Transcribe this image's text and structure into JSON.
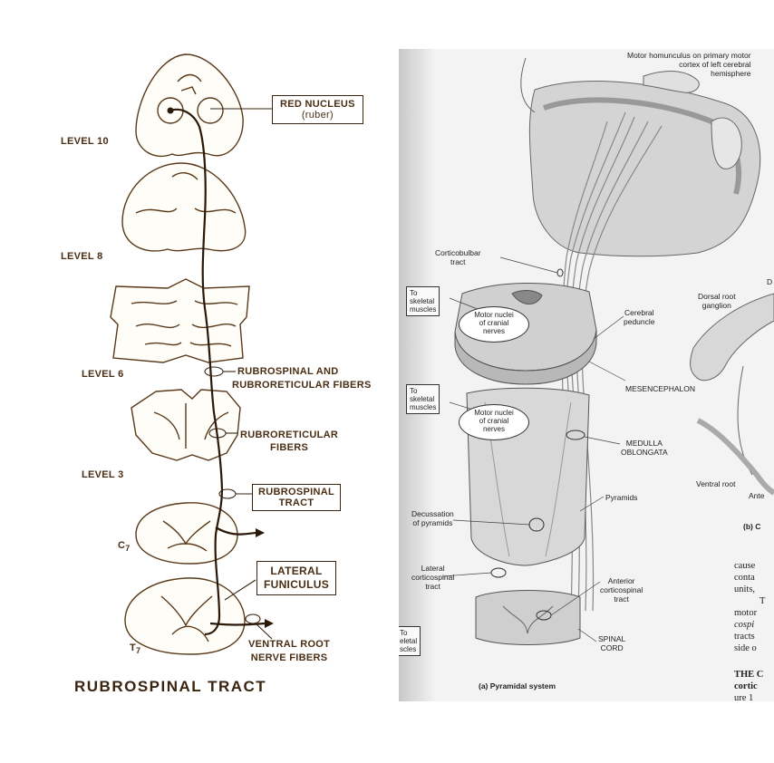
{
  "left_diagram": {
    "title": "RUBROSPINAL   TRACT",
    "levels": {
      "level10": "LEVEL  10",
      "level8": "LEVEL  8",
      "level6": "LEVEL  6",
      "level3": "LEVEL  3",
      "c7": "C",
      "c7_sub": "7",
      "t7": "T",
      "t7_sub": "7"
    },
    "labels": {
      "red_nucleus_1": "RED  NUCLEUS",
      "red_nucleus_2": "(ruber)",
      "rubrospinal_fibers_1": "RUBROSPINAL  AND",
      "rubrospinal_fibers_2": "RUBRORETICULAR  FIBERS",
      "rubroreticular_1": "RUBRORETICULAR",
      "rubroreticular_2": "FIBERS",
      "rubrospinal_tract_1": "RUBROSPINAL",
      "rubrospinal_tract_2": "TRACT",
      "lateral_funiculus_1": "LATERAL",
      "lateral_funiculus_2": "FUNICULUS",
      "ventral_root_1": "VENTRAL  ROOT",
      "ventral_root_2": "NERVE  FIBERS"
    }
  },
  "right_diagram": {
    "caption": "(a) Pyramidal system",
    "labels": {
      "homunculus_1": "Motor homunculus on primary motor",
      "homunculus_2": "cortex of left cerebral",
      "homunculus_3": "hemisphere",
      "corticobulbar_1": "Corticobulbar",
      "corticobulbar_2": "tract",
      "skeletal1_1": "To",
      "skeletal1_2": "skeletal",
      "skeletal1_3": "muscles",
      "skeletal2_1": "To",
      "skeletal2_2": "skeletal",
      "skeletal2_3": "muscles",
      "skeletal3_1": "To",
      "skeletal3_2": "eletal",
      "skeletal3_3": "scles",
      "motor_nuclei1_1": "Motor nuclei",
      "motor_nuclei1_2": "of cranial",
      "motor_nuclei1_3": "nerves",
      "motor_nuclei2_1": "Motor nuclei",
      "motor_nuclei2_2": "of cranial",
      "motor_nuclei2_3": "nerves",
      "cerebral_peduncle_1": "Cerebral",
      "cerebral_peduncle_2": "peduncle",
      "mesencephalon": "MESENCEPHALON",
      "medulla_1": "MEDULLA",
      "medulla_2": "OBLONGATA",
      "pyramids": "Pyramids",
      "decussation_1": "Decussation",
      "decussation_2": "of pyramids",
      "lateral_cs_1": "Lateral",
      "lateral_cs_2": "corticospinal",
      "lateral_cs_3": "tract",
      "anterior_cs_1": "Anterior",
      "anterior_cs_2": "corticospinal",
      "anterior_cs_3": "tract",
      "spinal_cord_1": "SPINAL",
      "spinal_cord_2": "CORD",
      "dorsal_root_1": "Dorsal root",
      "dorsal_root_2": "ganglion",
      "ventral_root": "Ventral root",
      "ante": "Ante",
      "caption_b": "(b) C",
      "edge_d": "D"
    },
    "text_fragments": [
      "cause",
      "conta",
      "units,",
      "T",
      "motor",
      "cospi",
      "tracts",
      "side o",
      "THE C",
      "cortic",
      "ure 1"
    ]
  }
}
